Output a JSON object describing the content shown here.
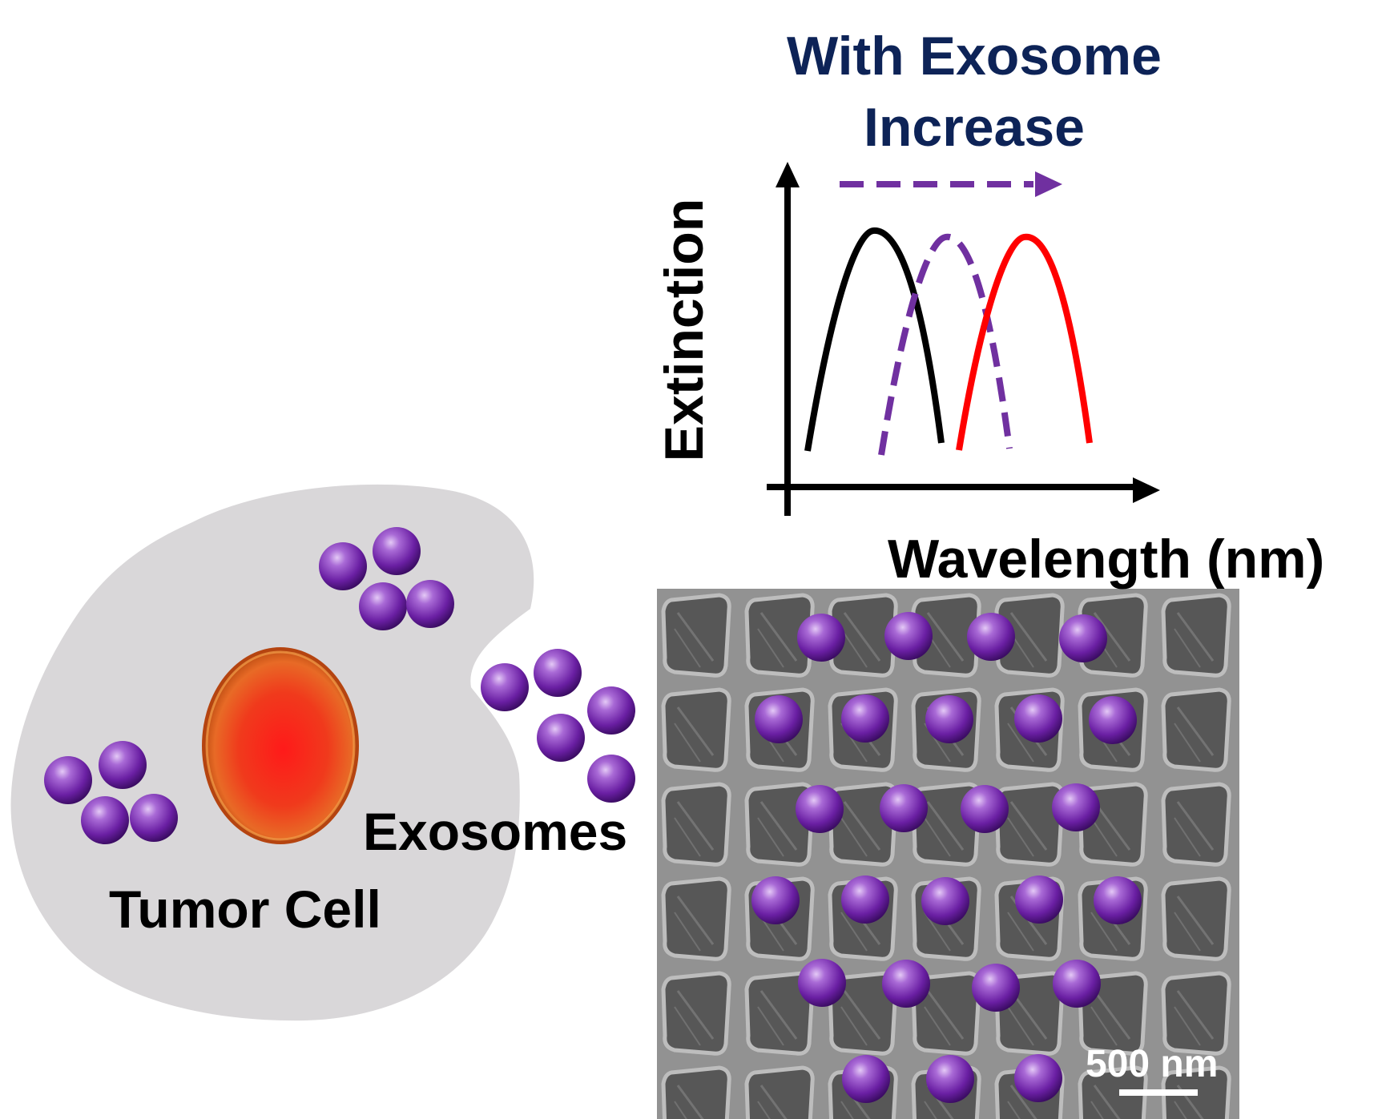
{
  "title": {
    "line1": "With Exosome",
    "line2": "Increase"
  },
  "graph": {
    "ylabel": "Extinction",
    "xlabel": "Wavelength (nm)"
  },
  "labels": {
    "exosomes": "Exosomes",
    "tumor_cell": "Tumor Cell",
    "scale_bar": "500 nm"
  },
  "colors": {
    "title": "#0d2357",
    "exosome": "#7b2fb0",
    "curve_before": "#000000",
    "curve_mid": "#7030a0",
    "curve_after": "#ff0000",
    "cell_body": "#d9d7d9",
    "nucleus": "#e84a1a",
    "sem_background": "#8e8e8e"
  },
  "icons": [
    "tumor-cell-icon",
    "nucleus-icon",
    "exosome-sphere-icon",
    "sem-nanohole-array-image",
    "redshift-arrow-icon"
  ]
}
